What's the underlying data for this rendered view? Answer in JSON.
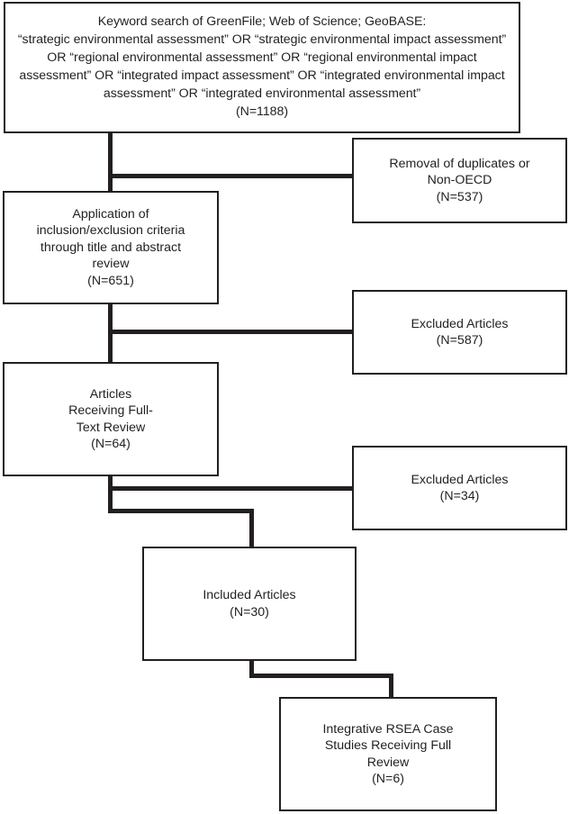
{
  "diagram": {
    "title": "Systematic literature review flow diagram",
    "type": "flowchart",
    "line_color": "#231f20",
    "box_fill": "#ffffff",
    "nodes": [
      {
        "id": "search",
        "label": "Keyword search of  GreenFile; Web of Science; GeoBASE:\n“strategic environmental assessment” OR “strategic environmental impact assessment” OR “regional environmental assessment” OR “regional environmental impact assessment” OR “integrated impact assessment” OR “integrated environmental impact assessment” OR “integrated environmental assessment”\n(N=1188)",
        "count": 1188
      },
      {
        "id": "dupes",
        "label": "Removal of duplicates or\nNon-OECD\n(N=537)",
        "count": 537
      },
      {
        "id": "criteria",
        "label": "Application of\ninclusion/exclusion criteria\nthrough title and abstract\nreview\n(N=651)",
        "count": 651
      },
      {
        "id": "excluded587",
        "label": "Excluded Articles\n(N=587)",
        "count": 587
      },
      {
        "id": "fulltext",
        "label": "Articles\nReceiving Full-\nText Review\n(N=64)",
        "count": 64
      },
      {
        "id": "excluded34",
        "label": "Excluded Articles\n(N=34)",
        "count": 34
      },
      {
        "id": "included",
        "label": "Included Articles\n(N=30)",
        "count": 30
      },
      {
        "id": "rsea",
        "label": "Integrative RSEA Case\nStudies Receiving Full\nReview\n(N=6)",
        "count": 6
      }
    ]
  }
}
